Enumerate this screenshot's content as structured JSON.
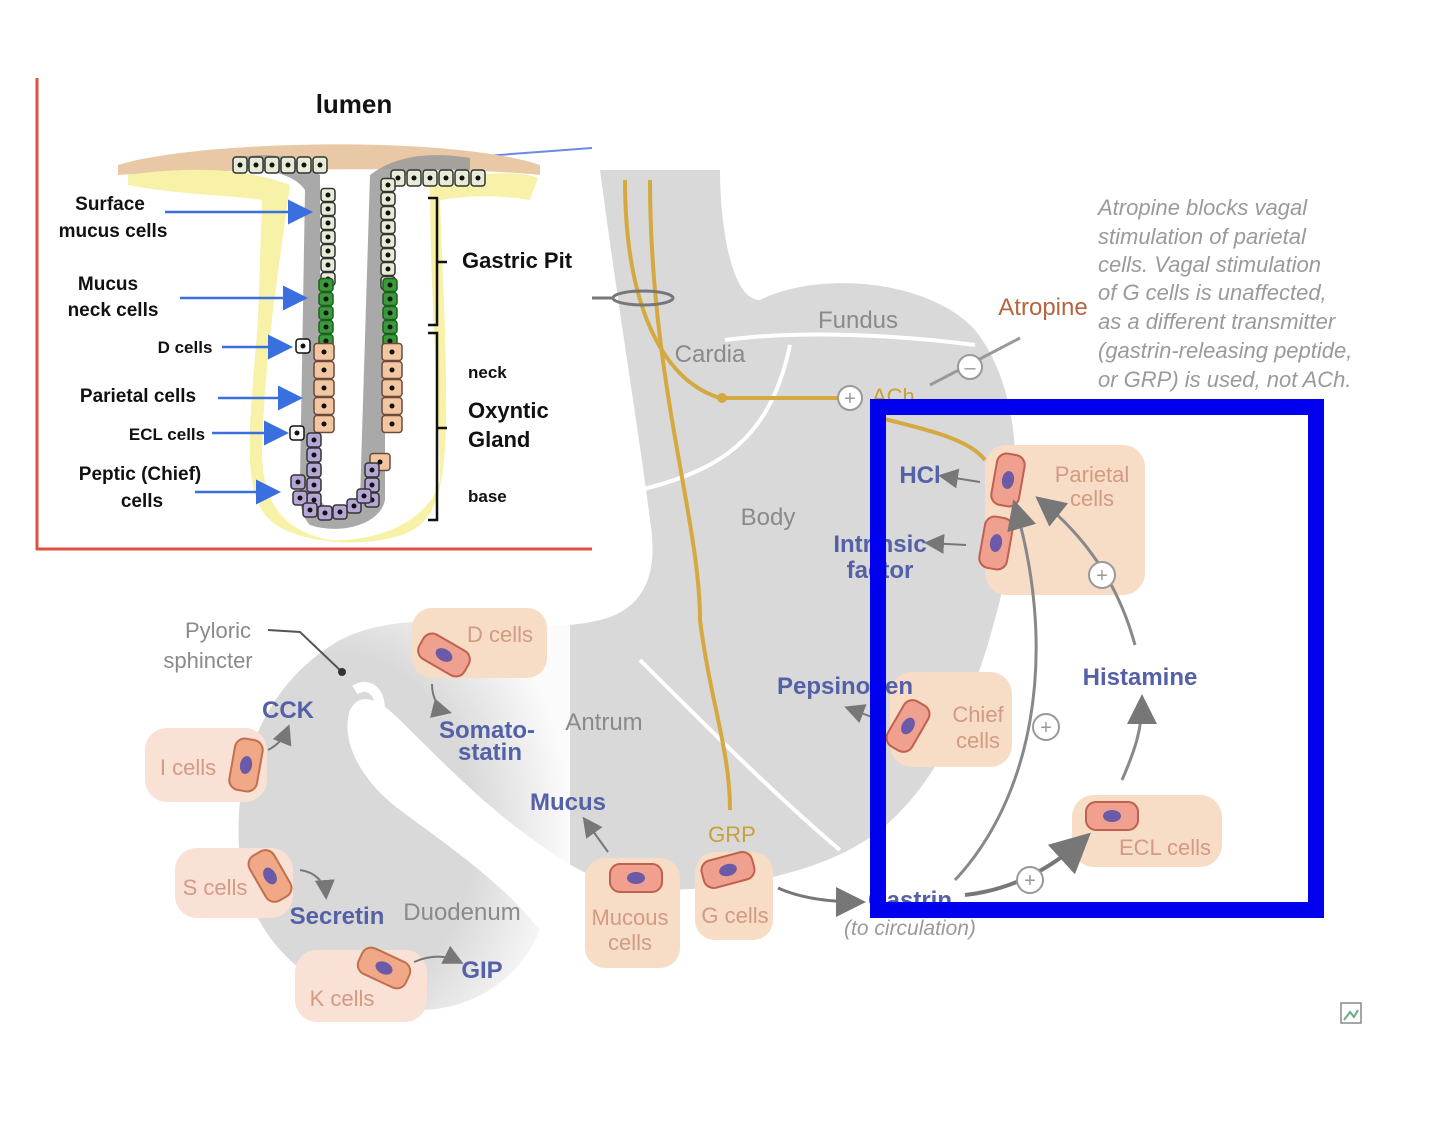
{
  "inset": {
    "lumen": "lumen",
    "surface_mucus_cells_1": "Surface",
    "surface_mucus_cells_2": "mucus cells",
    "mucus_neck_cells_1": "Mucus",
    "mucus_neck_cells_2": "neck cells",
    "d_cells": "D cells",
    "parietal_cells": "Parietal cells",
    "ecl_cells": "ECL cells",
    "peptic_cells_1": "Peptic (Chief)",
    "peptic_cells_2": "cells",
    "gastric_pit": "Gastric Pit",
    "neck": "neck",
    "oxyntic_1": "Oxyntic",
    "oxyntic_2": "Gland",
    "base": "base"
  },
  "stomach": {
    "fundus": "Fundus",
    "cardia": "Cardia",
    "body": "Body",
    "antrum": "Antrum",
    "duodenum": "Duodenum",
    "pyloric_1": "Pyloric",
    "pyloric_2": "sphincter",
    "atropine": "Atropine",
    "ach": "ACh",
    "hcl": "HCl",
    "intrinsic_1": "Intrinsic",
    "intrinsic_2": "factor",
    "parietal_1": "Parietal",
    "parietal_2": "cells",
    "histamine": "Histamine",
    "pepsinogen": "Pepsinogen",
    "chief_1": "Chief",
    "chief_2": "cells",
    "ecl": "ECL cells",
    "gastrin": "Gastrin",
    "to_circulation": "(to circulation)",
    "grp": "GRP",
    "g_cells": "G cells",
    "mucous_1": "Mucous",
    "mucous_2": "cells",
    "mucus": "Mucus",
    "d_cells": "D cells",
    "somato_1": "Somato-",
    "somato_2": "statin",
    "cck": "CCK",
    "i_cells": "I cells",
    "s_cells": "S cells",
    "secretin": "Secretin",
    "k_cells": "K cells",
    "gip": "GIP",
    "plus": "+",
    "minus": "–"
  },
  "note": {
    "line1": "Atropine blocks vagal",
    "line2": "stimulation of parietal",
    "line3": "cells. Vagal stimulation",
    "line4": "of G cells is unaffected,",
    "line5": "as a different transmitter",
    "line6": "(gastrin-releasing peptide,",
    "line7": "or GRP) is used, not ACh."
  },
  "colors": {
    "highlight_box": "#0000ee",
    "inset_border": "#e05040",
    "stomach_fill": "#d9d9d9",
    "cell_box": "#f7dcc6",
    "nerve": "#d4a940",
    "label_blue": "#5561a6"
  }
}
